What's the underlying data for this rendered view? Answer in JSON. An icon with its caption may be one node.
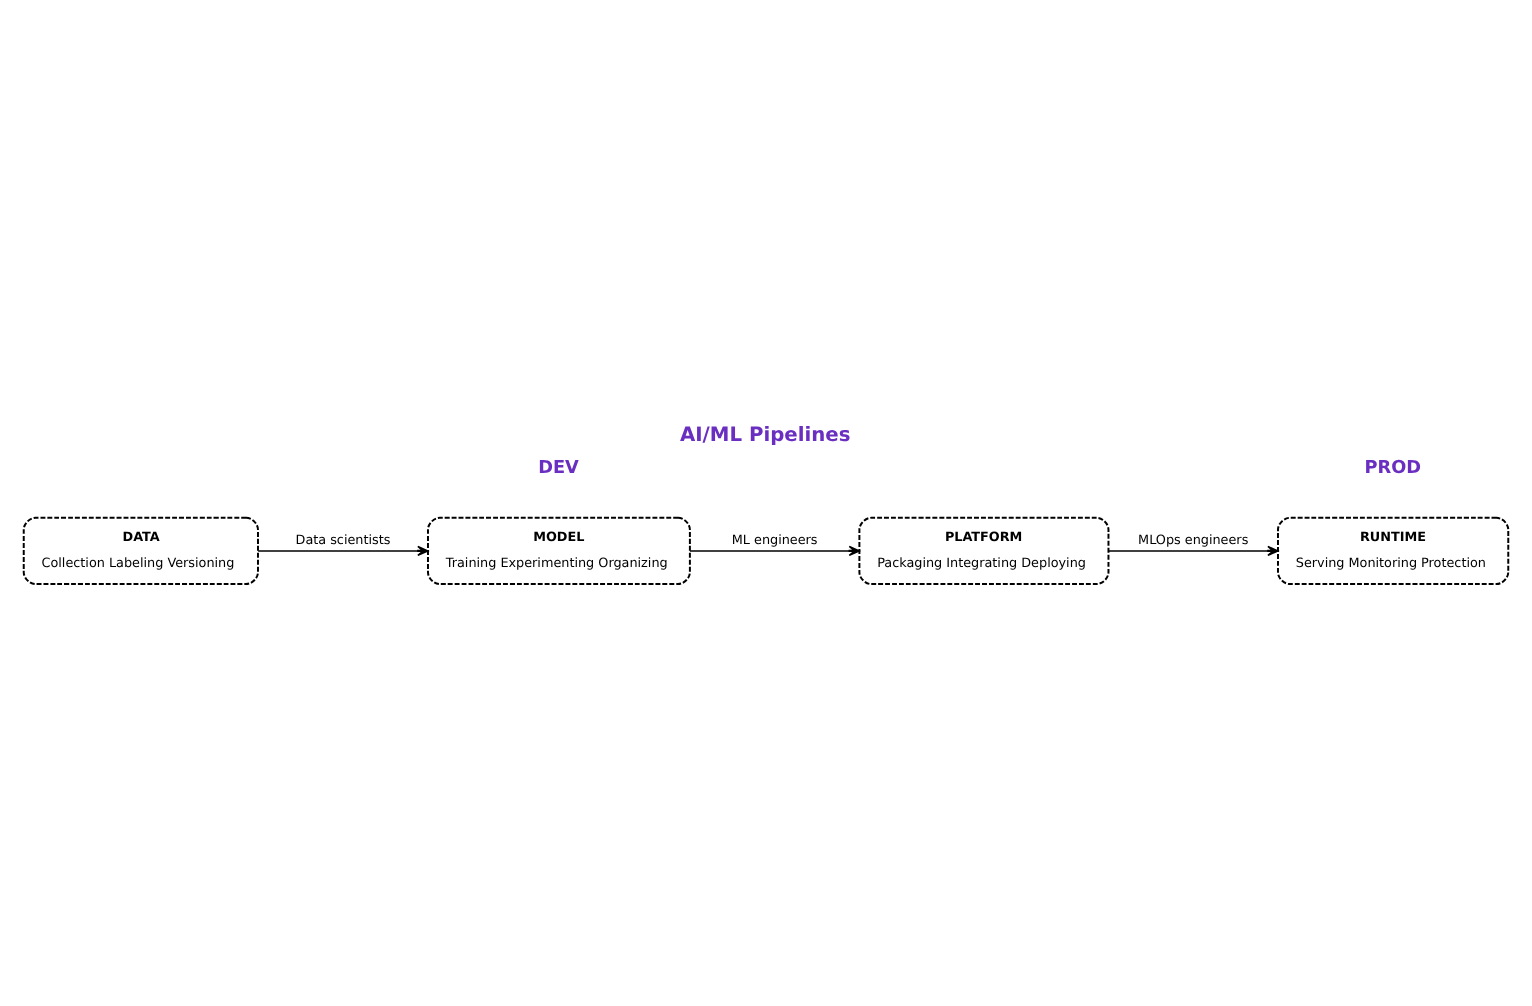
{
  "diagram": {
    "title": "AI/ML Pipelines",
    "nodes": [
      {
        "text": [
          "DATA",
          "Collection Labeling Versioning"
        ]
      },
      {
        "text": [
          "MODEL",
          "Training Experimenting Organizing"
        ]
      },
      {
        "text": [
          "PLATFORM",
          "Packaging Integrating Deploying"
        ]
      },
      {
        "text": [
          "RUNTIME",
          "Serving Monitoring Protection"
        ]
      }
    ],
    "edges": [
      {
        "from": 0,
        "to": 1,
        "arrow": "to",
        "label": "Data scientists"
      },
      {
        "from": 1,
        "to": 2,
        "arrow": "to",
        "label": "ML engineers"
      },
      {
        "from": 2,
        "to": 3,
        "arrow": "to",
        "label": "MLOps engineers"
      }
    ],
    "labels": [
      "DEV",
      "PROD"
    ]
  }
}
